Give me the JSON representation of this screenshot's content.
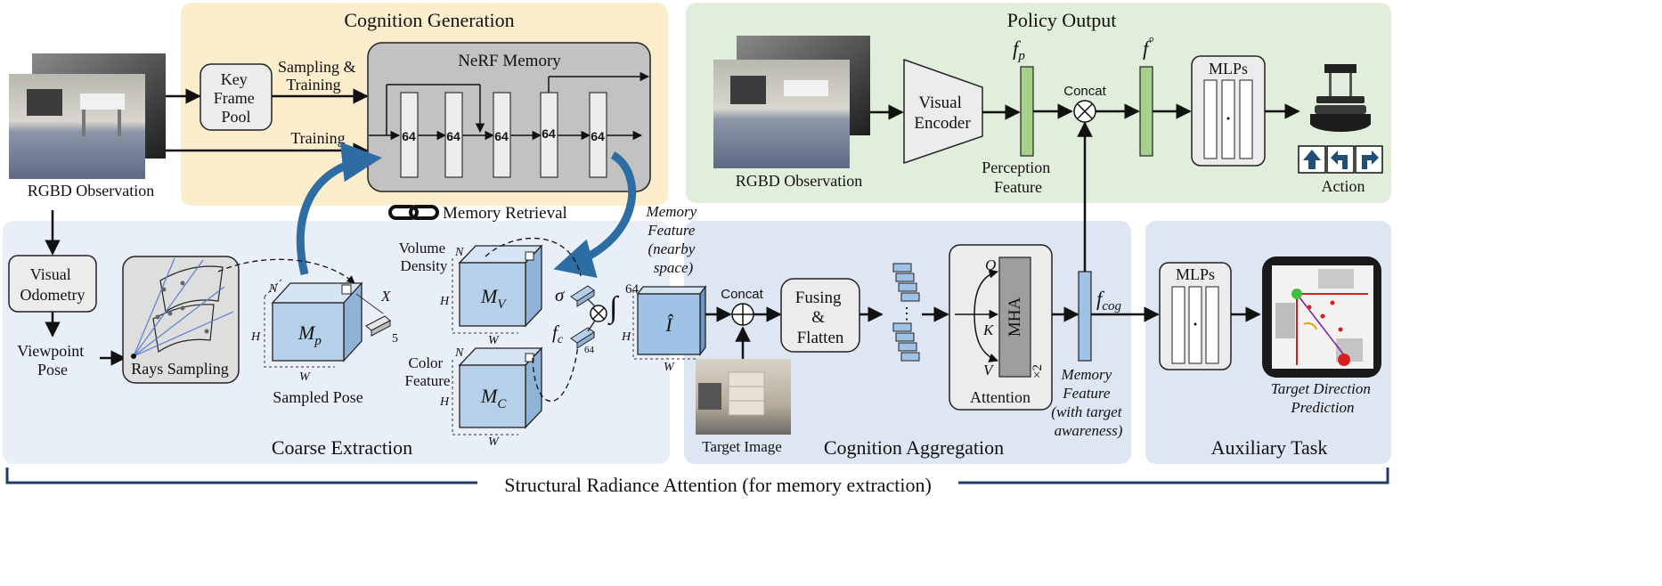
{
  "panels": {
    "cognition_generation": "Cognition Generation",
    "policy_output": "Policy Output",
    "coarse_extraction": "Coarse Extraction",
    "cognition_aggregation": "Cognition Aggregation",
    "auxiliary_task": "Auxiliary Task"
  },
  "bottom_caption": "Structural Radiance Attention (for memory extraction)",
  "left": {
    "rgbd_observation": "RGBD Observation",
    "key_frame_pool": [
      "Key",
      "Frame",
      "Pool"
    ],
    "sampling_training": [
      "Sampling &",
      "Training"
    ],
    "training": "Training",
    "visual_odometry": [
      "Visual",
      "Odometry"
    ],
    "viewpoint_pose": [
      "Viewpoint",
      "Pose"
    ],
    "rays_sampling": "Rays Sampling"
  },
  "nerf": {
    "title": "NeRF Memory",
    "layers": [
      "64",
      "64",
      "64",
      "64",
      "64"
    ]
  },
  "memory_retrieval": "Memory Retrieval",
  "coarse": {
    "n": "N",
    "h": "H",
    "w": "W",
    "x": "X",
    "five": "5",
    "mp": "M",
    "mp_sub": "p",
    "sampled_pose": "Sampled Pose",
    "volume_density": [
      "Volume",
      "Density"
    ],
    "color_feature": [
      "Color",
      "Feature"
    ],
    "mv": "M",
    "mv_sub": "V",
    "mc": "M",
    "mc_sub": "C",
    "sigma": "σ",
    "fc": "f",
    "fc_sub": "c",
    "sixty_four": "64",
    "integral": "∫",
    "integral_upper": "64",
    "ihat": "Î"
  },
  "memory_feature_nearby": [
    "Memory",
    "Feature",
    "(nearby",
    "space)"
  ],
  "aggregation": {
    "concat": "Concat",
    "fusing": [
      "Fusing",
      "&",
      "Flatten"
    ],
    "target_image": "Target Image",
    "q": "Q",
    "k": "K",
    "v": "V",
    "mha": "MHA",
    "times2": "×2",
    "attention": "Attention",
    "dots": "⋮",
    "fcog": "f",
    "fcog_sub": "cog",
    "memory_feature_target": [
      "Memory",
      "Feature",
      "(with target",
      "awareness)"
    ]
  },
  "policy": {
    "rgbd_observation": "RGBD Observation",
    "visual_encoder": [
      "Visual",
      "Encoder"
    ],
    "fp": "f",
    "fp_sub": "p",
    "perception_feature": [
      "Perception",
      "Feature"
    ],
    "concat": "Concat",
    "fo": "f",
    "fo_sup": "°",
    "mlps": "MLPs",
    "action": "Action",
    "action_icons": [
      "arrow-forward",
      "turn-left",
      "turn-right"
    ]
  },
  "auxiliary": {
    "mlps": "MLPs",
    "target_direction": [
      "Target Direction",
      "Prediction"
    ]
  },
  "colors": {
    "cognition_bg": "#fcedcc",
    "policy_bg": "#e1eedb",
    "coarse_bg": "#e8eff8",
    "aggregation_bg": "#dde6f2",
    "auxiliary_bg": "#dde6f2",
    "nerf_box": "#c2c2c2",
    "cube_blue": "#b7d0ea",
    "feature_green": "#a8d08d",
    "feature_blue": "#9fc3e7",
    "curve_blue": "#2e6da4"
  }
}
